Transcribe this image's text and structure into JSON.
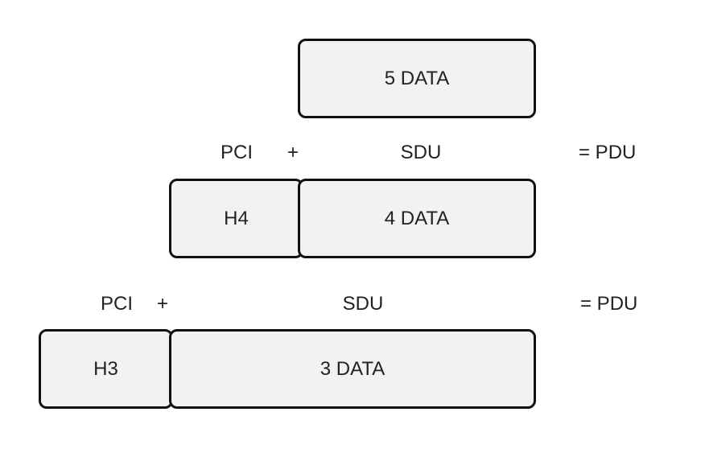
{
  "layer5": {
    "data_label": "5 DATA"
  },
  "layer4": {
    "pci_label": "PCI",
    "plus_label": "+",
    "sdu_label": "SDU",
    "pdu_label": "= PDU",
    "header_label": "H4",
    "data_label": "4 DATA"
  },
  "layer3": {
    "pci_label": "PCI",
    "plus_label": "+",
    "sdu_label": "SDU",
    "pdu_label": "= PDU",
    "header_label": "H3",
    "data_label": "3 DATA"
  },
  "colors": {
    "box_fill": "#f2f2f2",
    "box_border": "#111111",
    "text": "#222222"
  }
}
